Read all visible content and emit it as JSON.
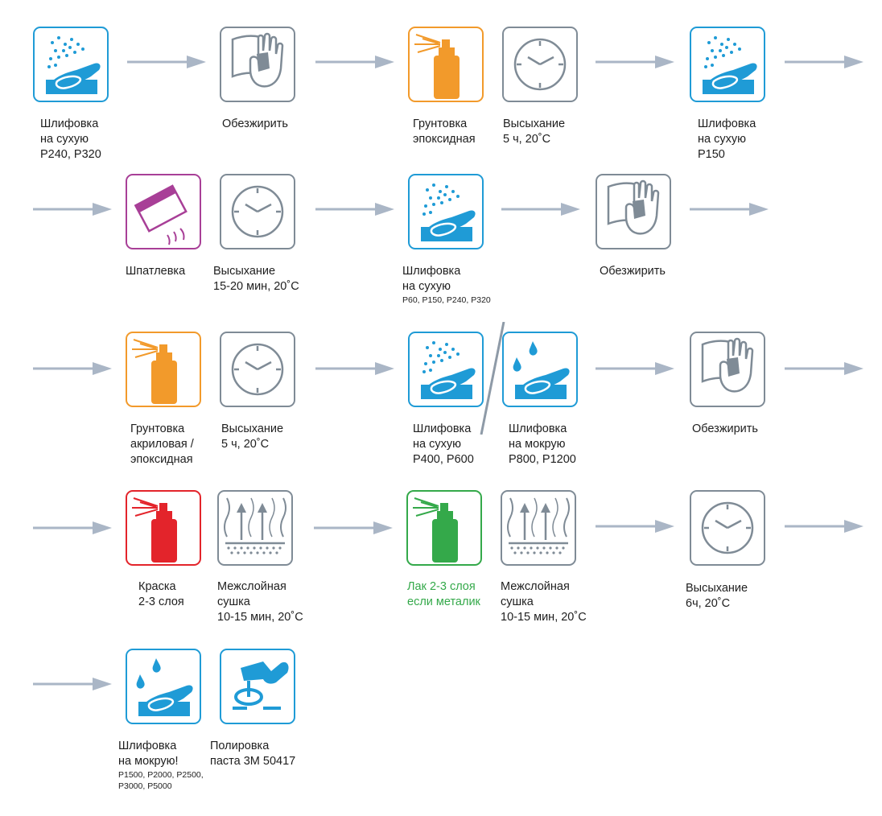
{
  "colors": {
    "blue": "#1f9bd6",
    "gray": "#7f8b96",
    "orange": "#f29a2b",
    "purple": "#a83f97",
    "red": "#e3242b",
    "green": "#34a94a",
    "arrow": "#aab6c6"
  },
  "rows": [
    {
      "steps": [
        {
          "icon": "dry-sanding-icon",
          "color": "blue",
          "label": "Шлифовка\nна сухую\nР240, Р320"
        },
        {
          "icon": "degrease-icon",
          "color": "gray",
          "label": "Обезжирить"
        },
        {
          "icon": "spray-can-icon",
          "color": "orange",
          "label": "Грунтовка\nэпоксидная"
        },
        {
          "icon": "clock-icon",
          "color": "gray",
          "label": "Высыхание\n5 ч, 20˚С"
        },
        {
          "icon": "dry-sanding-icon",
          "color": "blue",
          "label": "Шлифовка\nна сухую\nР150"
        }
      ]
    },
    {
      "steps": [
        {
          "icon": "putty-knife-icon",
          "color": "purple",
          "label": "Шпатлевка"
        },
        {
          "icon": "clock-icon",
          "color": "gray",
          "label": "Высыхание\n15-20 мин, 20˚С"
        },
        {
          "icon": "dry-sanding-icon",
          "color": "blue",
          "label": "Шлифовка\nна сухую",
          "small": "Р60, Р150, Р240, Р320"
        },
        {
          "icon": "degrease-icon",
          "color": "gray",
          "label": "Обезжирить"
        }
      ]
    },
    {
      "steps": [
        {
          "icon": "spray-can-icon",
          "color": "orange",
          "label": "Грунтовка\nакриловая /\nэпоксидная"
        },
        {
          "icon": "clock-icon",
          "color": "gray",
          "label": "Высыхание\n5 ч, 20˚С"
        },
        {
          "icon": "dry-sanding-icon",
          "color": "blue",
          "label": "Шлифовка\nна сухую\nР400, Р600"
        },
        {
          "icon": "wet-sanding-icon",
          "color": "blue",
          "label": "Шлифовка\nна мокрую\nР800, Р1200"
        },
        {
          "icon": "degrease-icon",
          "color": "gray",
          "label": "Обезжирить"
        }
      ]
    },
    {
      "steps": [
        {
          "icon": "spray-can-icon",
          "color": "red",
          "label": "Краска\n2-3 слоя"
        },
        {
          "icon": "flash-off-icon",
          "color": "gray",
          "label": "Межслойная\nсушка\n10-15 мин, 20˚С"
        },
        {
          "icon": "spray-can-icon",
          "color": "green",
          "label": "Лак 2-3 слоя\nесли металик",
          "label_color": "green"
        },
        {
          "icon": "flash-off-icon",
          "color": "gray",
          "label": "Межслойная\nсушка\n10-15 мин, 20˚С"
        },
        {
          "icon": "clock-icon",
          "color": "gray",
          "label": "Высыхание\n6ч, 20˚С"
        }
      ]
    },
    {
      "steps": [
        {
          "icon": "wet-sanding-icon",
          "color": "blue",
          "label": "Шлифовка\nна мокрую!",
          "small": "Р1500, Р2000, Р2500,\nР3000, Р5000"
        },
        {
          "icon": "polishing-icon",
          "color": "blue",
          "label": "Полировка\nпаста 3М 50417"
        }
      ]
    }
  ]
}
